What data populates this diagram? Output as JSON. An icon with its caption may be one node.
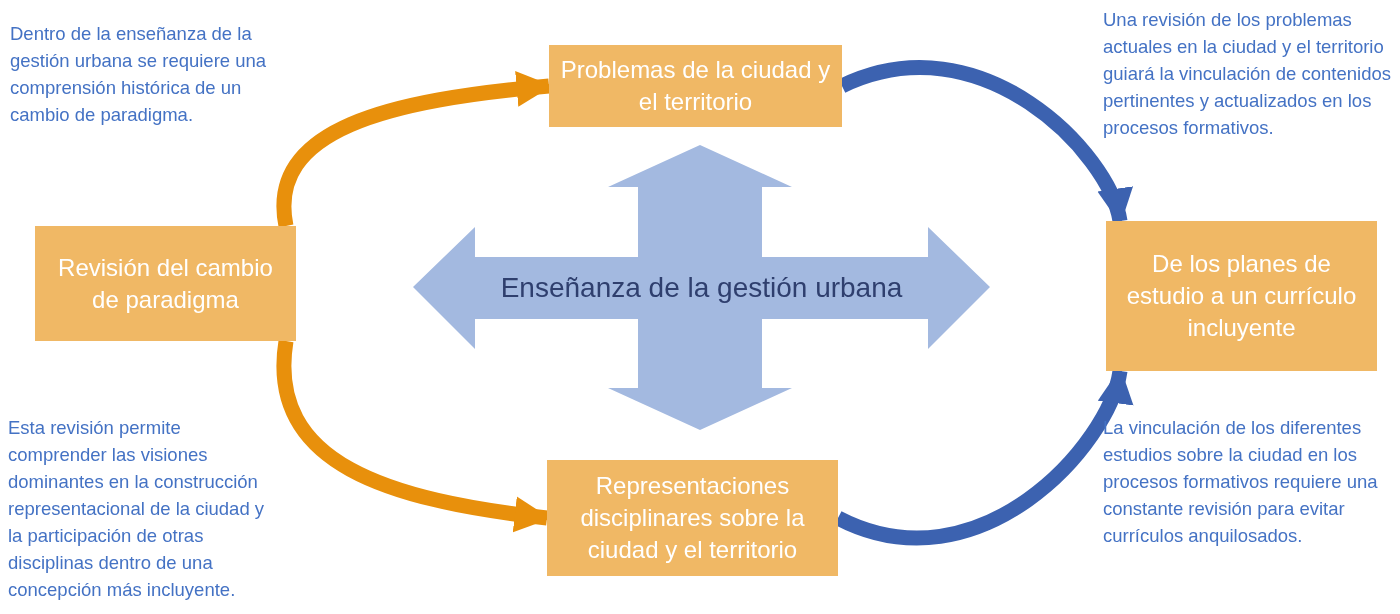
{
  "diagram": {
    "nodes": [
      {
        "text": [
          "Problemas de la ciudad y el territorio"
        ]
      },
      {
        "text": [
          "Revisión del cambio de paradigma"
        ]
      },
      {
        "text": [
          "De los planes de estudio a un currículo incluyente"
        ]
      },
      {
        "text": [
          "Representaciones disciplinares sobre la ciudad y el territorio"
        ]
      },
      {
        "text": [
          "Enseñanza de la gestión urbana"
        ]
      }
    ],
    "edges": [
      {
        "from": 1,
        "to": 0,
        "arrow": "to",
        "color": "#e8900c"
      },
      {
        "from": 1,
        "to": 3,
        "arrow": "to",
        "color": "#e8900c"
      },
      {
        "from": 0,
        "to": 2,
        "arrow": "to",
        "color": "#3c62b0"
      },
      {
        "from": 3,
        "to": 2,
        "arrow": "to",
        "color": "#3c62b0"
      }
    ],
    "labels": [
      "Dentro de la enseñanza de la gestión urbana se requiere una comprensión histórica de un cambio de paradigma.",
      "Una revisión de los problemas actuales en la ciudad y el territorio guiará la vinculación de contenidos pertinentes y actualizados en los procesos formativos.",
      "Esta revisión permite comprender las visiones dominantes en la construcción representacional de la ciudad y la participación de otras disciplinas dentro de una concepción más incluyente.",
      "La vinculación de los diferentes estudios sobre la ciudad en los procesos formativos requiere una constante revisión para evitar currículos anquilosados."
    ]
  }
}
